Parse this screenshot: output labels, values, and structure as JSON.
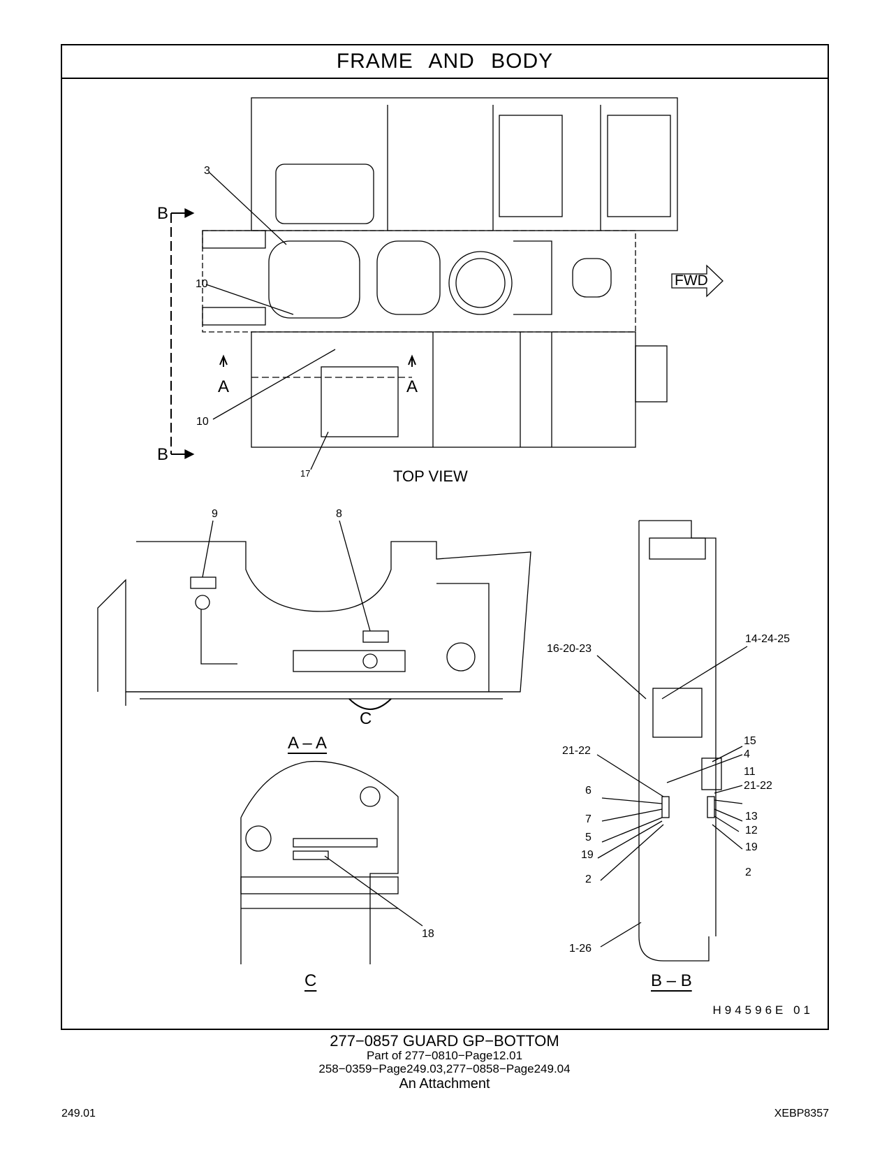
{
  "header": {
    "title": "FRAME   AND   BODY"
  },
  "views": {
    "top": "TOP  VIEW",
    "section_aa": "A – A",
    "detail_c": "C",
    "section_bb": "B – B",
    "section_marks": {
      "a": "A",
      "b": "B",
      "c": "C"
    },
    "fwd": "FWD"
  },
  "callouts": {
    "top": [
      "3",
      "10",
      "10",
      "17"
    ],
    "aa": [
      "9",
      "8"
    ],
    "c": [
      "18"
    ],
    "bb": [
      "16-20-23",
      "14-24-25",
      "15",
      "4",
      "21-22",
      "11",
      "21-22",
      "6",
      "7",
      "5",
      "19",
      "2",
      "13",
      "12",
      "19",
      "2",
      "1-26"
    ]
  },
  "drawing_id": "H94596E      01",
  "footer": {
    "part_title": "277−0857   GUARD  GP−BOTTOM",
    "part_of": "Part of 277−0810−Page12.01",
    "pages": "258−0359−Page249.03,277−0858−Page249.04",
    "attachment": "An Attachment"
  },
  "page_number": "249.01",
  "document_id": "XEBP8357"
}
